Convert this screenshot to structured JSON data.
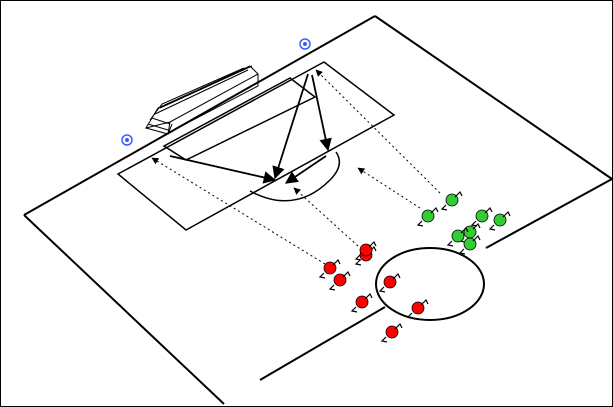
{
  "diagram": {
    "kind": "tactical-set-piece",
    "pitch_color": "#ffffff",
    "line_color": "#000000",
    "team_red": {
      "color": "#ff0000",
      "players": 8
    },
    "team_green": {
      "color": "#33cc33",
      "players": 7
    },
    "cone_color": "#3a5bff",
    "cones": 2,
    "arrows": {
      "solid": 4,
      "dashed": 4
    }
  }
}
